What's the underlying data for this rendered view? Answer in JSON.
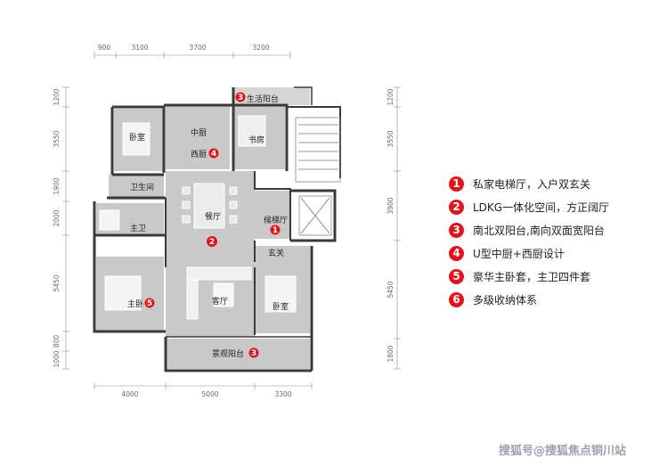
{
  "dimensions": {
    "top": [
      "900",
      "3100",
      "3700",
      "3200"
    ],
    "bottom": [
      "4000",
      "5000",
      "3300"
    ],
    "left": [
      "1200",
      "3550",
      "1900",
      "2000",
      "5450",
      "1000",
      "800"
    ],
    "right": [
      "1200",
      "3550",
      "3900",
      "5450",
      "1800"
    ]
  },
  "rooms": {
    "living_balcony": "生活阳台",
    "master_bedroom": "卧室",
    "central_kitchen": "中厨",
    "study": "书房",
    "western_kitchen": "西厨",
    "linen_cabinet": "卫生间",
    "dining": "餐厅",
    "elevator_lobby": "候梯厅",
    "master_bath": "主卫",
    "foyer": "玄关",
    "living_room": "客厅",
    "bedroom": "卧室",
    "master_suite": "主卧",
    "view_balcony": "景观阳台"
  },
  "badges": {
    "living_balcony": "3",
    "western_kitchen": "4",
    "elevator_lobby": "1",
    "dining": "2",
    "master_suite": "5",
    "view_balcony": "3"
  },
  "legend": [
    {
      "num": "1",
      "text": "私家电梯厅，入户双玄关"
    },
    {
      "num": "2",
      "text": "LDKG一体化空间，方正阔厅"
    },
    {
      "num": "3",
      "text": "南北双阳台,南向双面宽阳台"
    },
    {
      "num": "4",
      "text": "U型中厨+西厨设计"
    },
    {
      "num": "5",
      "text": "豪华主卧套，主卫四件套"
    },
    {
      "num": "6",
      "text": "多级收纳体系"
    }
  ],
  "watermark": "搜狐号@搜狐焦点铜川站",
  "colors": {
    "badge": "#e1141b",
    "wall": "#3a3a3a",
    "floor": "#c9c9c9",
    "dimension": "#6a6a6a"
  }
}
